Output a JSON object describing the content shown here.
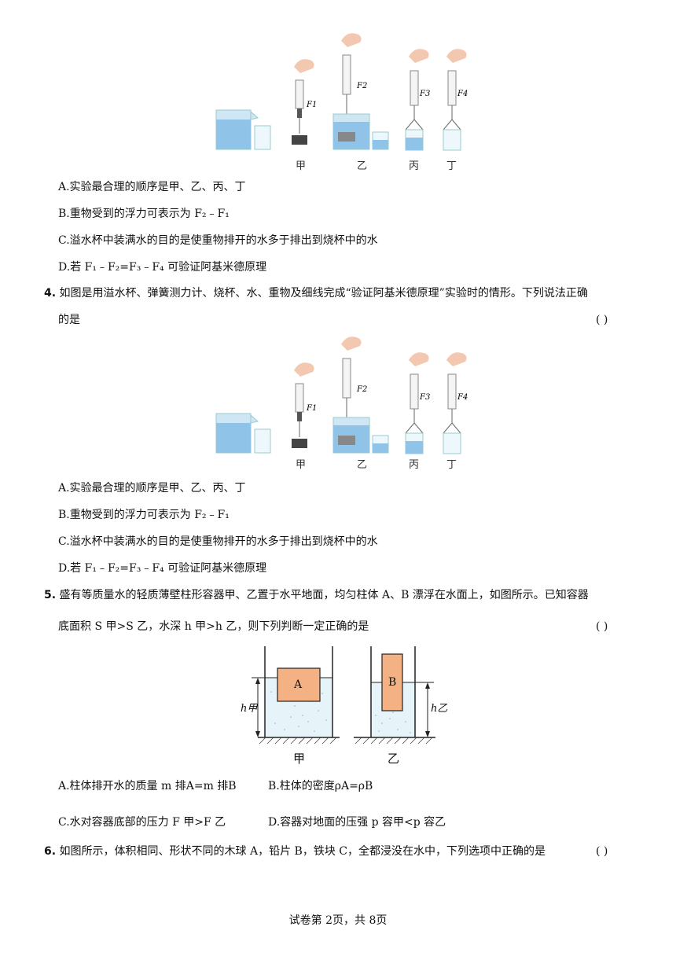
{
  "q3": {
    "figure_labels": [
      "甲",
      "乙",
      "丙",
      "丁"
    ],
    "force_labels": [
      "F1",
      "F2",
      "F3",
      "F4"
    ],
    "options": {
      "A": "A.实验最合理的顺序是甲、乙、丙、丁",
      "B": "B.重物受到的浮力可表示为 F₂﹣F₁",
      "C": "C.溢水杯中装满水的目的是使重物排开的水多于排出到烧杯中的水",
      "D": "D.若 F₁﹣F₂=F₃﹣F₄ 可验证阿基米德原理"
    }
  },
  "q4": {
    "number": "4.",
    "stem_line1": "如图是用溢水杯、弹簧测力计、烧杯、水、重物及细线完成“验证阿基米德原理”实验时的情形。下列说法正确",
    "stem_line2": "的是",
    "paren": "(      )",
    "figure_labels": [
      "甲",
      "乙",
      "丙",
      "丁"
    ],
    "options": {
      "A": "A.实验最合理的顺序是甲、乙、丙、丁",
      "B": "B.重物受到的浮力可表示为 F₂﹣F₁",
      "C": "C.溢水杯中装满水的目的是使重物排开的水多于排出到烧杯中的水",
      "D": "D.若 F₁﹣F₂=F₃﹣F₄ 可验证阿基米德原理"
    }
  },
  "q5": {
    "number": "5.",
    "stem_line1": "盛有等质量水的轻质薄壁柱形容器甲、乙置于水平地面，均匀柱体 A、B 漂浮在水面上，如图所示。已知容器",
    "stem_line2": "底面积 S 甲>S 乙，水深 h 甲>h 乙，则下列判断一定正确的是",
    "paren": "(      )",
    "fig": {
      "block_a": "A",
      "block_b": "B",
      "h_left": "h甲",
      "h_right": "h乙",
      "label_left": "甲",
      "label_right": "乙"
    },
    "options": {
      "A": "A.柱体排开水的质量 m 排A=m 排B",
      "B": "B.柱体的密度ρA=ρB",
      "C": "C.水对容器底部的压力 F 甲>F 乙",
      "D": "D.容器对地面的压强 p 容甲<p 容乙"
    }
  },
  "q6": {
    "number": "6.",
    "stem_line1": "如图所示，体积相同、形状不同的木球 A，铅片 B，铁块 C，全都浸没在水中，下列选项中正确的是",
    "paren": "(      )"
  },
  "footer": "试卷第 2页，共 8页"
}
